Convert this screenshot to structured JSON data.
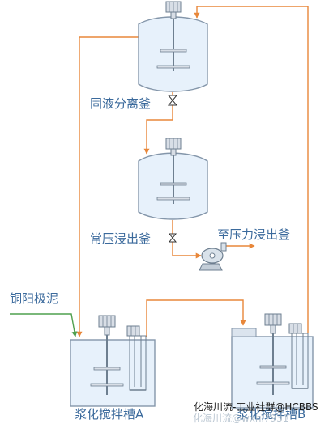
{
  "labels": {
    "vessel_top": "固液分离釜",
    "vessel_mid": "常压浸出釜",
    "pressure_out": "至压力浸出釜",
    "feed_in": "铜阳极泥",
    "tank_a": "浆化搅拌槽A",
    "tank_b": "浆化搅拌槽B"
  },
  "watermark": {
    "main": "化海川流-工业社群@HCBBS",
    "faint": "化海川流@wxhl7931"
  },
  "colors": {
    "vessel_fill": "#e7f1fb",
    "vessel_stroke": "#8496aa",
    "pipe_orange": "#e8873a",
    "pipe_green": "#4fa04f",
    "label_blue": "#3b6a9c",
    "agitator_fill": "#d8dee6",
    "agitator_stroke": "#6e7f90",
    "watermark": "#1a1a1a",
    "pump_fill": "#d9e2ea"
  }
}
